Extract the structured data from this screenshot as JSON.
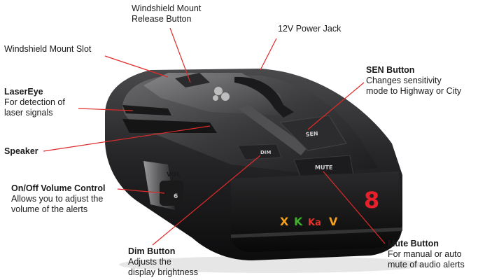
{
  "callouts": {
    "windshield_release": {
      "title": "Windshield Mount",
      "desc": "Release Button"
    },
    "power_jack": {
      "title": "12V Power Jack"
    },
    "mount_slot": {
      "title": "Windshield Mount Slot"
    },
    "sen_button": {
      "title": "SEN Button",
      "desc1": "Changes sensitivity",
      "desc2": "mode to Highway or City"
    },
    "lasereye": {
      "title": "LaserEye",
      "desc1": "For detection of",
      "desc2": "laser signals"
    },
    "speaker": {
      "title": "Speaker"
    },
    "volume": {
      "title": "On/Off Volume Control",
      "desc1": "Allows you to adjust the",
      "desc2": "volume of the alerts"
    },
    "dim": {
      "title": "Dim Button",
      "desc1": "Adjusts the",
      "desc2": "display brightness"
    },
    "mute": {
      "title": "Mute Button",
      "desc1": "For manual or auto",
      "desc2": "mute of audio alerts"
    }
  },
  "device": {
    "button_sen": "SEN",
    "button_mute": "MUTE",
    "button_dim": "DIM",
    "knob_label": "VOL",
    "knob_value": "6",
    "display_digit": "8",
    "bands": [
      {
        "label": "X",
        "color": "#f4a21a"
      },
      {
        "label": "K",
        "color": "#3fae2a"
      },
      {
        "label": "Ka",
        "color": "#e8322a"
      },
      {
        "label": "V",
        "color": "#f4a21a"
      }
    ],
    "digit_color": "#e8202a",
    "leader_color": "#e02a2a"
  }
}
